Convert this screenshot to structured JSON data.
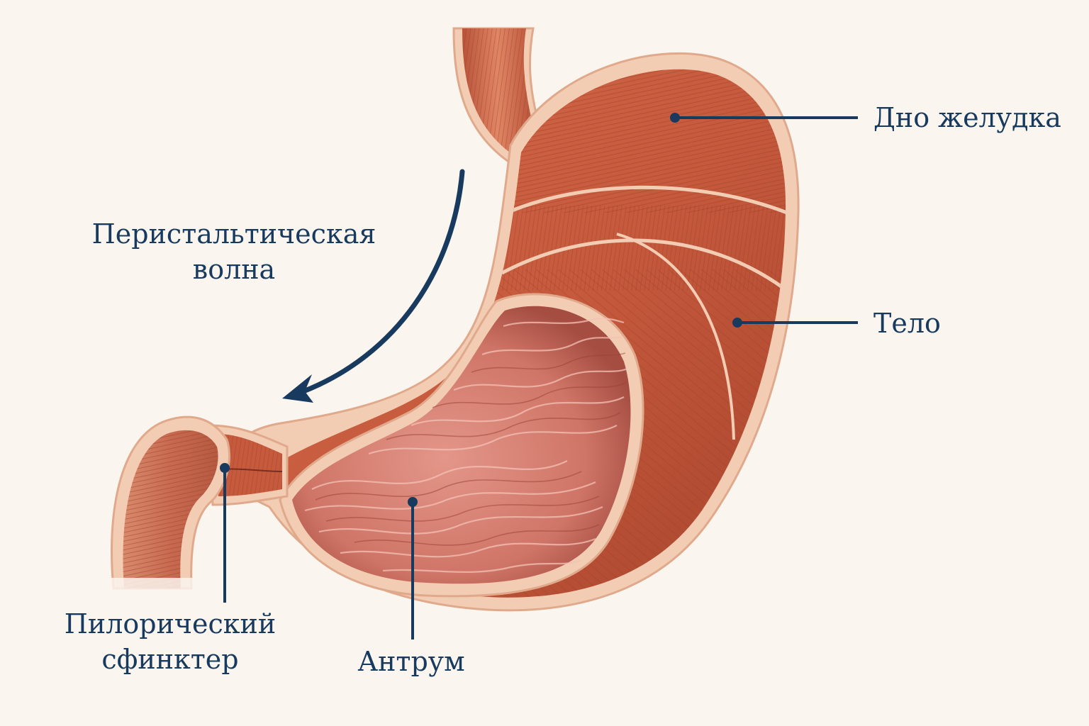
{
  "labels": {
    "fundus": "Дно желудка",
    "body": "Тело",
    "peristaltic_wave": [
      "Перистальтическая",
      "волна"
    ],
    "pyloric_sphincter": [
      "Пилорический",
      "сфинктер"
    ],
    "antrum": "Антрум"
  },
  "colors": {
    "background": "#faf5ee",
    "label_text": "#173a5e",
    "leader_line": "#173a5e",
    "muscle": "#c65a3d",
    "muscle_dark": "#a8452d",
    "serosa": "#f2cdb4",
    "mucosa": "#d98478"
  }
}
